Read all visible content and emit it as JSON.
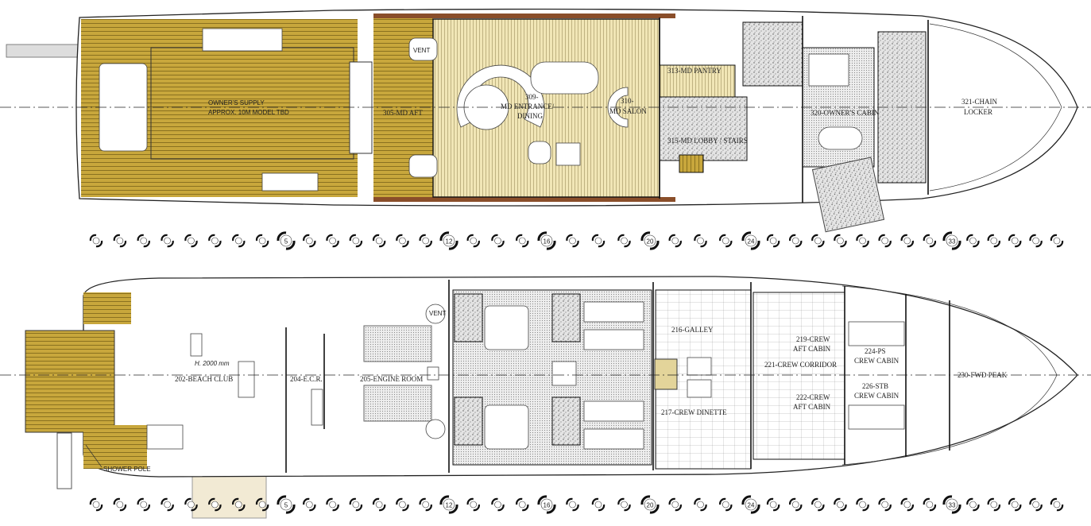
{
  "colors": {
    "teak": "#c8a73c",
    "teak_line": "#7a6418",
    "salon": "#f1e6b6",
    "brown_trim": "#8a4e2a",
    "stone": "#d9d9d9"
  },
  "main_deck": {
    "owners_supply": [
      "OWNER'S SUPPLY",
      "APPROX. 10M MODEL TBD"
    ],
    "md_aft": "305-MD AFT",
    "entrance_dining": [
      "309-",
      "MD ENTRANCE/",
      "DINING"
    ],
    "salon": [
      "310-",
      "MD SALON"
    ],
    "pantry": "313-MD PANTRY",
    "lobby_stairs": "315-MD LOBBY / STAIRS",
    "owners_cabin": "320-OWNER'S CABIN",
    "chain_locker": [
      "321-CHAIN",
      "LOCKER"
    ],
    "vent": "VENT"
  },
  "lower_deck": {
    "height_note": "H. 2000 mm",
    "beach_club": "202-BEACH CLUB",
    "ecr": "204-E.C.R.",
    "engine_room": "205-ENGINE ROOM",
    "galley": "216-GALLEY",
    "crew_dinette": "217-CREW DINETTE",
    "crew_aft_cabin_1": [
      "219-CREW",
      "AFT CABIN"
    ],
    "crew_corridor": "221-CREW CORRIDOR",
    "crew_aft_cabin_2": [
      "222-CREW",
      "AFT CABIN"
    ],
    "crew_cabin_ps": [
      "224-PS",
      "CREW CABIN"
    ],
    "crew_cabin_stb": [
      "226-STB",
      "CREW CABIN"
    ],
    "fwd_peak": "230-FWD PEAK",
    "shower_pole": "SHOWER POLE",
    "vent": "VENT"
  },
  "frames": {
    "first": -3,
    "last": 38,
    "labelled": [
      "5",
      "12",
      "16",
      "20",
      "24",
      "33"
    ]
  }
}
